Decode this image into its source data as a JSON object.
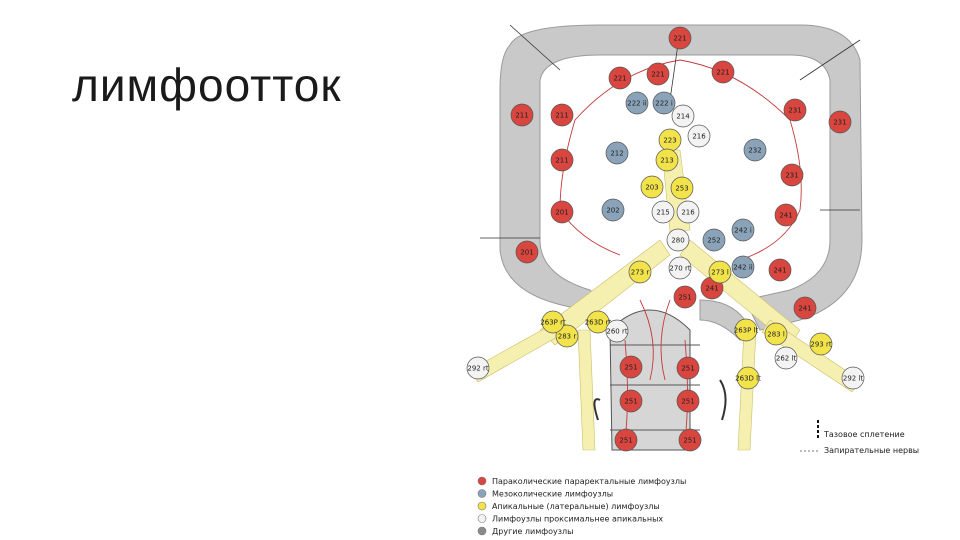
{
  "slide": {
    "title": "лимфоотток"
  },
  "colors": {
    "paracolic": "#d8463f",
    "mesocolic": "#8aa3b8",
    "apical": "#f2e34a",
    "proximal": "#f3f3f3",
    "other": "#8a8a8a",
    "vessel": "#c43a3a",
    "colon": "#c9c9c9",
    "lymph_path": "#f6f0b0"
  },
  "nodes": [
    {
      "id": "n221",
      "label": "221",
      "type": "paracolic"
    },
    {
      "id": "n221b",
      "label": "221",
      "type": "paracolic"
    },
    {
      "id": "n221c",
      "label": "221",
      "type": "paracolic"
    },
    {
      "id": "n221d",
      "label": "221",
      "type": "paracolic"
    },
    {
      "id": "n211a",
      "label": "211",
      "type": "paracolic"
    },
    {
      "id": "n211b",
      "label": "211",
      "type": "paracolic"
    },
    {
      "id": "n211c",
      "label": "211",
      "type": "paracolic"
    },
    {
      "id": "n201",
      "label": "201",
      "type": "paracolic"
    },
    {
      "id": "n201b",
      "label": "201",
      "type": "paracolic"
    },
    {
      "id": "n231",
      "label": "231",
      "type": "paracolic"
    },
    {
      "id": "n231b",
      "label": "231",
      "type": "paracolic"
    },
    {
      "id": "n231c",
      "label": "231",
      "type": "paracolic"
    },
    {
      "id": "n241a",
      "label": "241",
      "type": "paracolic"
    },
    {
      "id": "n241b",
      "label": "241",
      "type": "paracolic"
    },
    {
      "id": "n241c",
      "label": "241",
      "type": "paracolic"
    },
    {
      "id": "n241d",
      "label": "241",
      "type": "paracolic"
    },
    {
      "id": "n251a",
      "label": "251",
      "type": "paracolic"
    },
    {
      "id": "n251b",
      "label": "251",
      "type": "paracolic"
    },
    {
      "id": "n251c",
      "label": "251",
      "type": "paracolic"
    },
    {
      "id": "n251d",
      "label": "251",
      "type": "paracolic"
    },
    {
      "id": "n251e",
      "label": "251",
      "type": "paracolic"
    },
    {
      "id": "n251f",
      "label": "251",
      "type": "paracolic"
    },
    {
      "id": "n251g",
      "label": "251",
      "type": "paracolic"
    },
    {
      "id": "n222",
      "label": "222 ii",
      "type": "mesocolic"
    },
    {
      "id": "n222b",
      "label": "222 i",
      "type": "mesocolic"
    },
    {
      "id": "n212",
      "label": "212",
      "type": "mesocolic"
    },
    {
      "id": "n202",
      "label": "202",
      "type": "mesocolic"
    },
    {
      "id": "n232",
      "label": "232",
      "type": "mesocolic"
    },
    {
      "id": "n242a",
      "label": "242 i",
      "type": "mesocolic"
    },
    {
      "id": "n242b",
      "label": "242 ii",
      "type": "mesocolic"
    },
    {
      "id": "n252",
      "label": "252",
      "type": "mesocolic"
    },
    {
      "id": "n223",
      "label": "223",
      "type": "apical"
    },
    {
      "id": "n213",
      "label": "213",
      "type": "apical"
    },
    {
      "id": "n203",
      "label": "203",
      "type": "apical"
    },
    {
      "id": "n253",
      "label": "253",
      "type": "apical"
    },
    {
      "id": "n273",
      "label": "273 r",
      "type": "apical"
    },
    {
      "id": "n273b",
      "label": "273 l",
      "type": "apical"
    },
    {
      "id": "n283a",
      "label": "283 r",
      "type": "apical"
    },
    {
      "id": "n283b",
      "label": "283 l",
      "type": "apical"
    },
    {
      "id": "n263a",
      "label": "263P rt",
      "type": "apical"
    },
    {
      "id": "n263b",
      "label": "263D rt",
      "type": "apical"
    },
    {
      "id": "n263c",
      "label": "263P lt",
      "type": "apical"
    },
    {
      "id": "n263d",
      "label": "263D lt",
      "type": "apical"
    },
    {
      "id": "n293",
      "label": "293 rt",
      "type": "apical"
    },
    {
      "id": "n214",
      "label": "214",
      "type": "proximal"
    },
    {
      "id": "n216",
      "label": "216",
      "type": "proximal"
    },
    {
      "id": "n215",
      "label": "215",
      "type": "proximal"
    },
    {
      "id": "n216b",
      "label": "216",
      "type": "proximal"
    },
    {
      "id": "n280",
      "label": "280",
      "type": "proximal"
    },
    {
      "id": "n270",
      "label": "270 rt",
      "type": "proximal"
    },
    {
      "id": "n260",
      "label": "260 rt",
      "type": "proximal"
    },
    {
      "id": "n292",
      "label": "292 rt",
      "type": "proximal"
    },
    {
      "id": "n292b",
      "label": "292 lt",
      "type": "proximal"
    },
    {
      "id": "n262",
      "label": "262 lt",
      "type": "proximal"
    }
  ],
  "side_labels": {
    "pelvic_plexus": "Тазовое сплетение",
    "obturator_nerves": "Запирательные нервы"
  },
  "legend": [
    {
      "label": "Параколические параректальные лимфоузлы",
      "type": "paracolic"
    },
    {
      "label": "Мезоколические лимфоузлы",
      "type": "mesocolic"
    },
    {
      "label": "Апикальные (латеральные) лимфоузлы",
      "type": "apical"
    },
    {
      "label": "Лимфоузлы проксимальнее апикальных",
      "type": "proximal"
    },
    {
      "label": "Другие лимфоузлы",
      "type": "other"
    }
  ]
}
